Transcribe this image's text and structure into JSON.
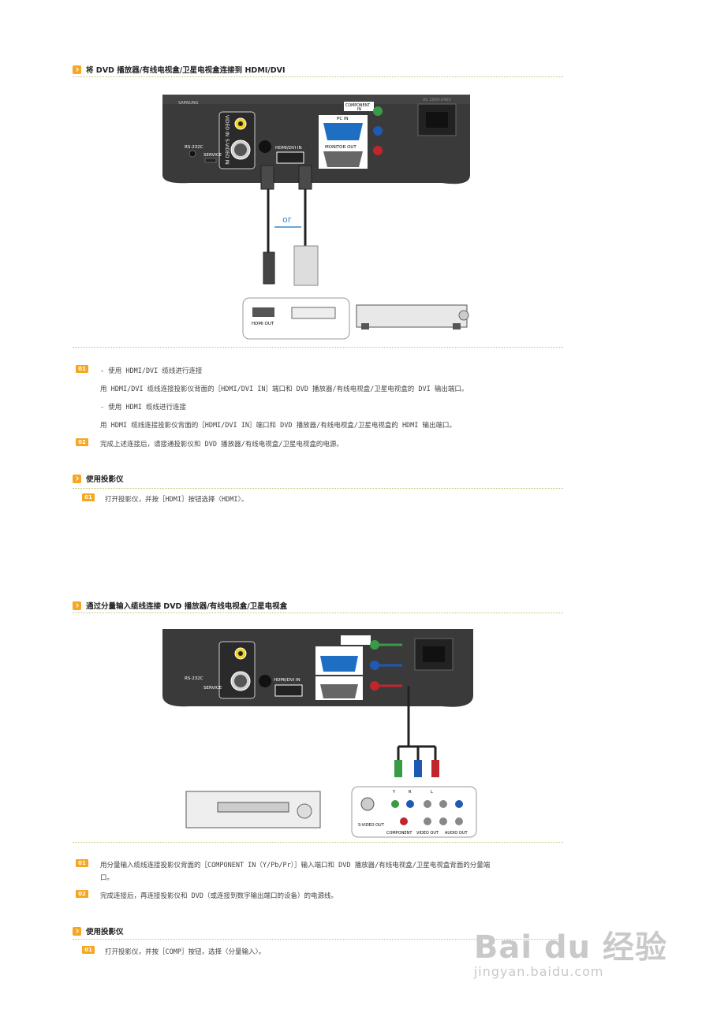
{
  "section1": {
    "title": "将 DVD 播放器/有线电视盒/卫星电视盒连接到 HDMI/DVI",
    "diagram": {
      "component_in": "COMPONENT\nIN",
      "pc_in": "PC IN",
      "monitor_out": "MONITOR OUT",
      "hdmi_dvi_in": "HDMI/DVI IN",
      "rs232c": "RS-232C",
      "service": "SERVICE",
      "ac_label": "AC 100V-240V",
      "video_in": "VIDEO IN",
      "svideo_in": "S-VIDEO IN",
      "or_label": "or",
      "hdmi_out": "HDMI OUT"
    },
    "steps": [
      {
        "num": "01",
        "lines": [
          "- 使用 HDMI/DVI 缆线进行连接",
          "用 HDMI/DVI 缆线连接投影仪背面的［HDMI/DVI IN］端口和 DVD 播放器/有线电视盒/卫星电视盒的 DVI 输出端口。",
          "- 使用 HDMI 缆线进行连接",
          "用 HDMI 缆线连接投影仪背面的［HDMI/DVI IN］端口和 DVD 播放器/有线电视盒/卫星电视盒的 HDMI 输出端口。"
        ]
      },
      {
        "num": "02",
        "lines": [
          "完成上述连接后，请接通投影仪和 DVD 播放器/有线电视盒/卫星电视盒的电源。"
        ]
      }
    ]
  },
  "section2": {
    "title": "使用投影仪",
    "steps": [
      {
        "num": "01",
        "lines": [
          "打开投影仪，并按［HDMI］按钮选择〈HDMI〉。"
        ]
      }
    ]
  },
  "section3": {
    "title": "通过分量输入缆线连接 DVD 播放器/有线电视盒/卫星电视盒",
    "diagram": {
      "y": "Y",
      "r": "R",
      "l": "L",
      "svideo_out": "S-VIDEO OUT",
      "component_label": "COMPONENT",
      "video_out": "VIDEO OUT",
      "audio_out": "AUDIO OUT"
    },
    "steps": [
      {
        "num": "01",
        "lines": [
          "用分量输入缆线连接投影仪背面的［COMPONENT IN（Y/Pb/Pr）］输入端口和 DVD 播放器/有线电视盒/卫星电视盒背面的分量端",
          "口。"
        ]
      },
      {
        "num": "02",
        "lines": [
          "完成连接后，再连接投影仪和 DVD（或连接到数字输出端口的设备）的电源线。"
        ]
      }
    ]
  },
  "section4": {
    "title": "使用投影仪",
    "steps": [
      {
        "num": "01",
        "lines": [
          "打开投影仪，并按［COMP］按钮，选择〈分量输入〉。"
        ]
      }
    ]
  },
  "watermark": {
    "brand": "Bai du 经验",
    "url": "jingyan.baidu.com"
  },
  "colors": {
    "accent": "#f5a623",
    "divider": "#b8c86a"
  }
}
